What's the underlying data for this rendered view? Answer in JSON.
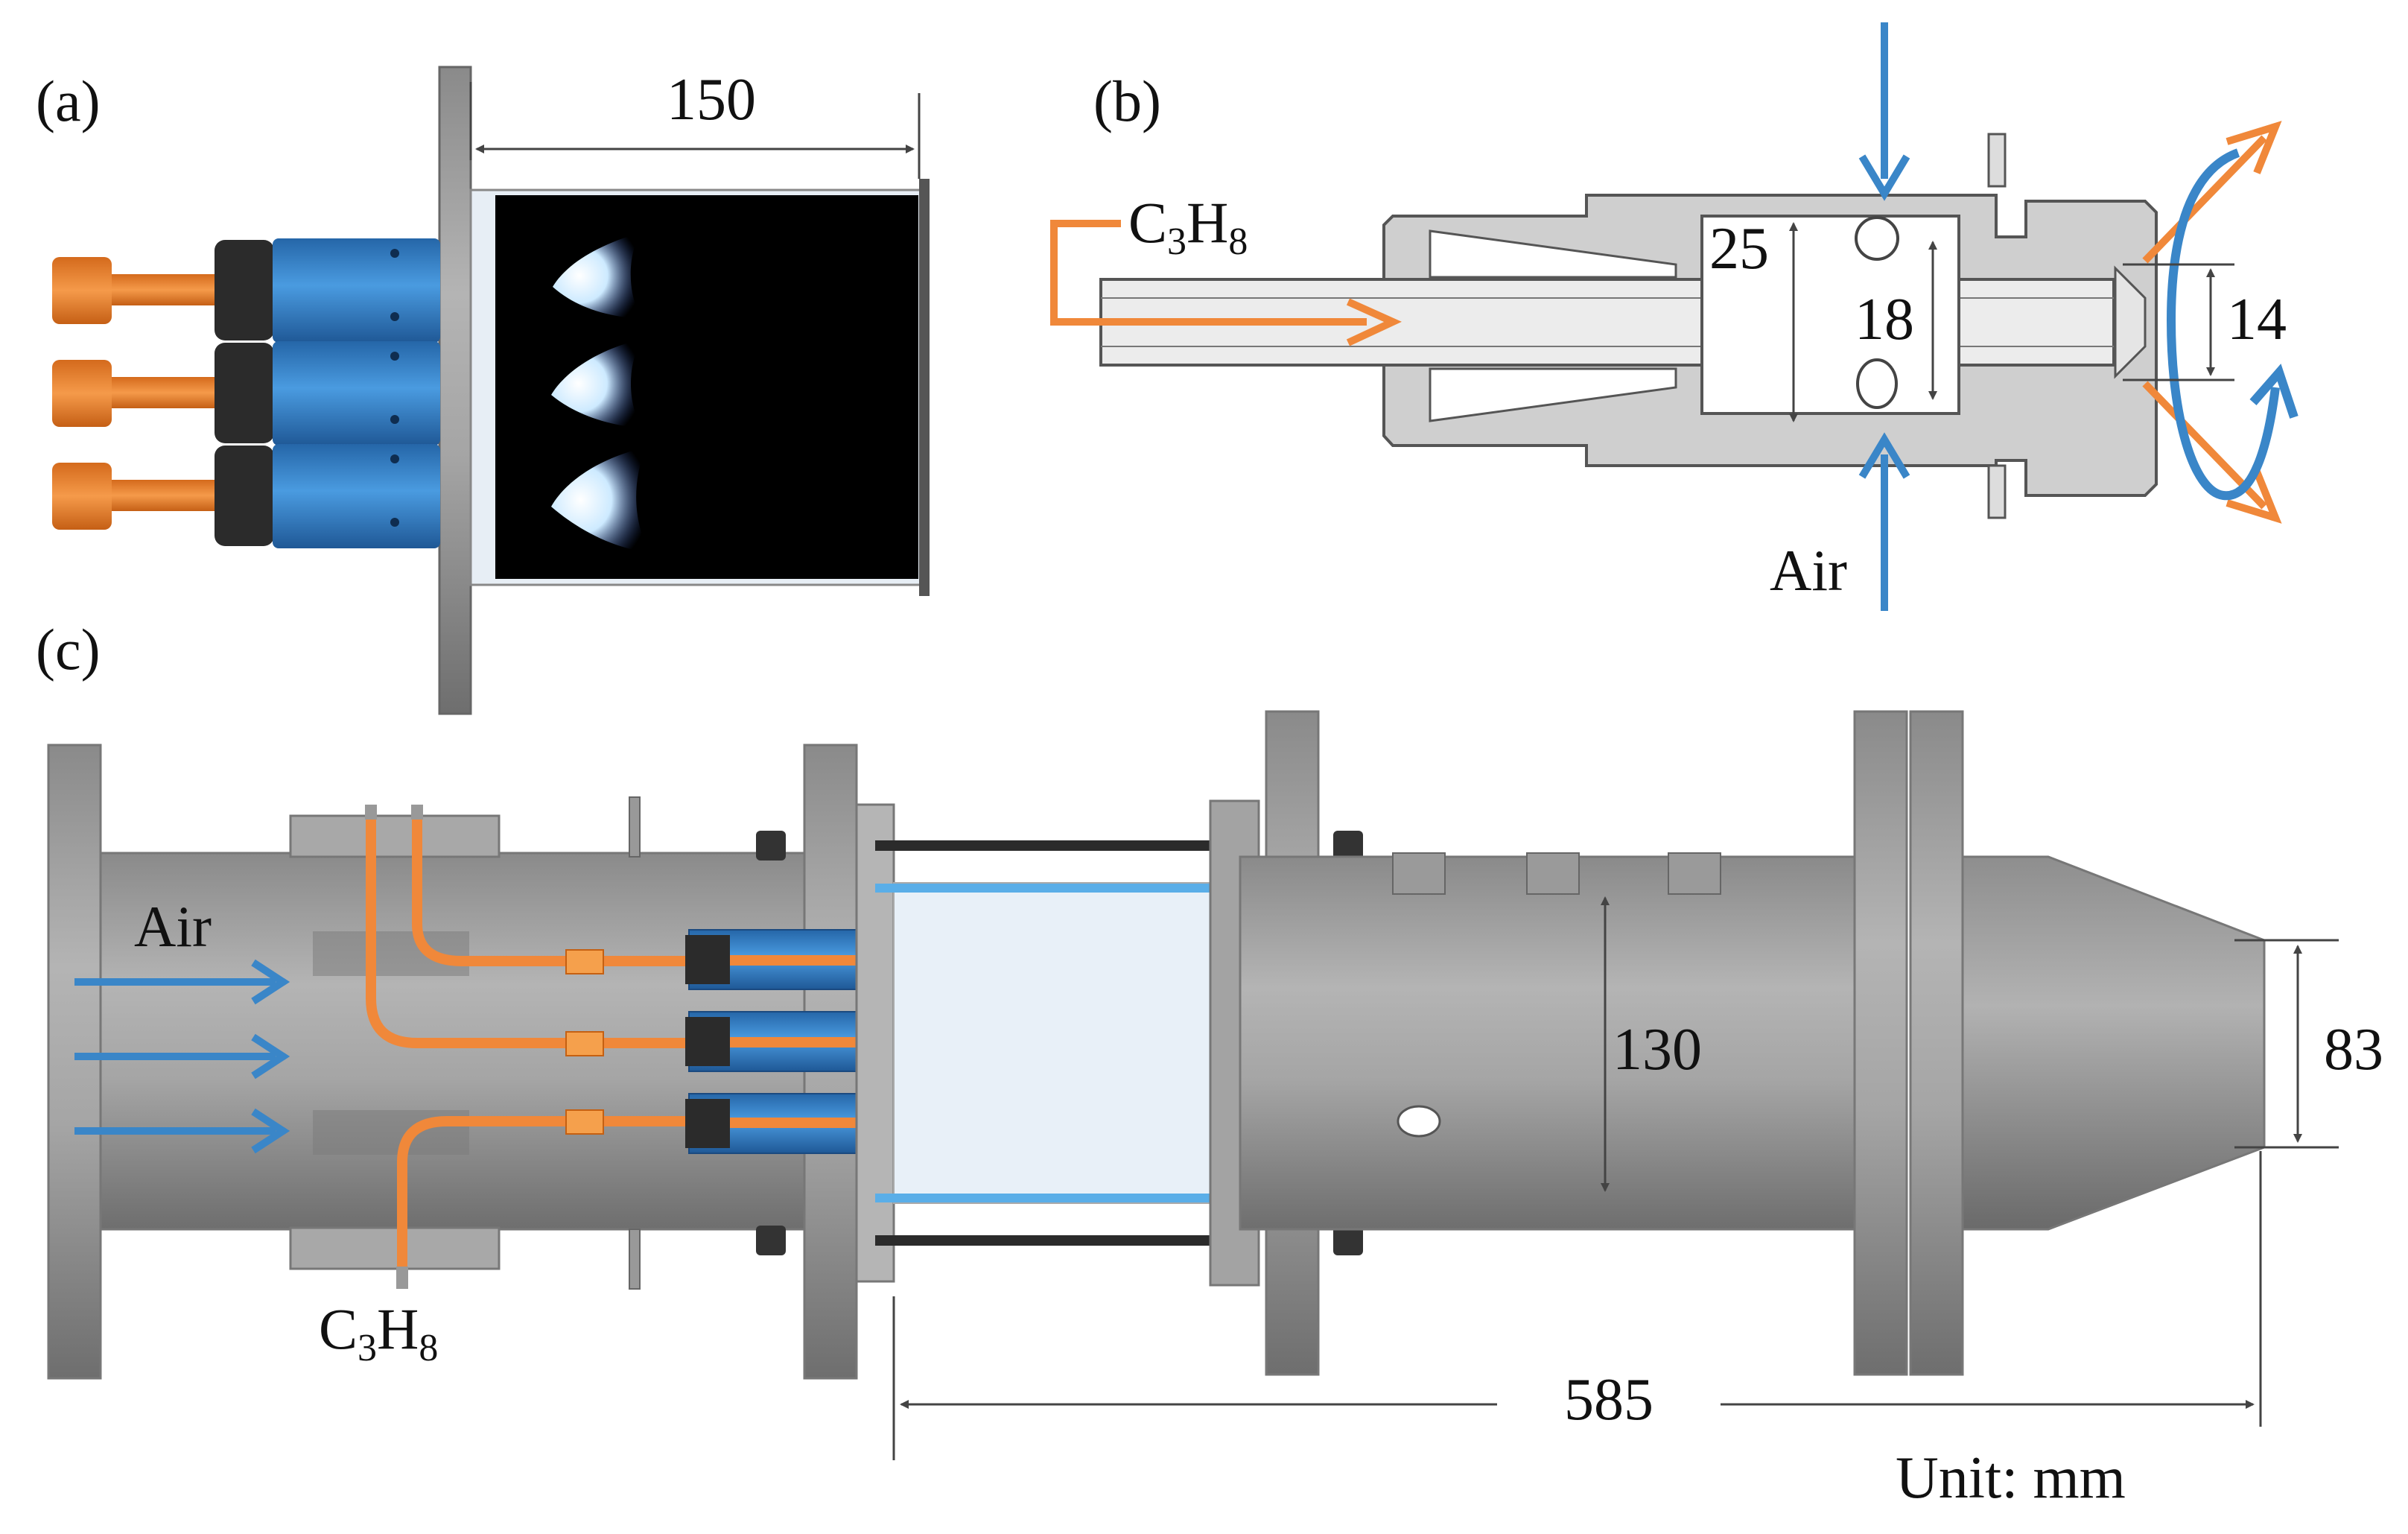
{
  "panels": {
    "a": {
      "label": "(a)",
      "dim_width": "150"
    },
    "b": {
      "label": "(b)",
      "fuel_base": "C",
      "fuel_sub1": "3",
      "fuel_mid": "H",
      "fuel_sub2": "8",
      "air_label": "Air",
      "dim_outer": "25",
      "dim_inner": "18",
      "dim_exit": "14"
    },
    "c": {
      "label": "(c)",
      "air_label": "Air",
      "fuel_base": "C",
      "fuel_sub1": "3",
      "fuel_mid": "H",
      "fuel_sub2": "8",
      "dim_chamber": "130",
      "dim_exit": "83",
      "dim_length": "585",
      "unit_label": "Unit: mm"
    }
  },
  "colors": {
    "fuel": "#f0883a",
    "air": "#3a86c8",
    "nozzle_body": "#2f7fc4",
    "metal": "#9a9a9a",
    "metal_light": "#c9c9c9",
    "metal_dark": "#6f6f6f",
    "window": "#dbe8f5",
    "flame": "#bfe3ff"
  }
}
